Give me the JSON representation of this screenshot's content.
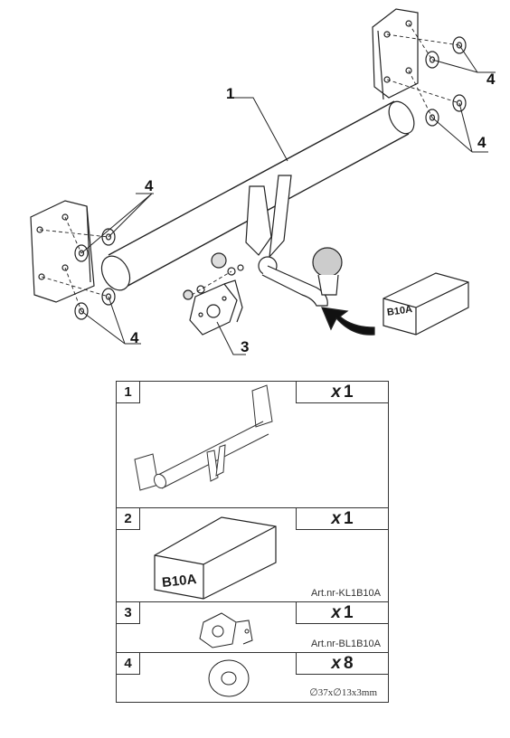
{
  "diagram": {
    "callouts": [
      "1",
      "4",
      "4",
      "4",
      "4",
      "3"
    ],
    "box_label": "B10A"
  },
  "parts": [
    {
      "number": "1",
      "qty_prefix": "x",
      "qty": "1",
      "art": "",
      "dims": ""
    },
    {
      "number": "2",
      "qty_prefix": "x",
      "qty": "1",
      "art": "Art.nr-KL1B10A",
      "dims": "",
      "box_label": "B10A"
    },
    {
      "number": "3",
      "qty_prefix": "x",
      "qty": "1",
      "art": "Art.nr-BL1B10A",
      "dims": ""
    },
    {
      "number": "4",
      "qty_prefix": "x",
      "qty": "8",
      "art": "",
      "dims": "∅37x∅13x3mm"
    }
  ]
}
